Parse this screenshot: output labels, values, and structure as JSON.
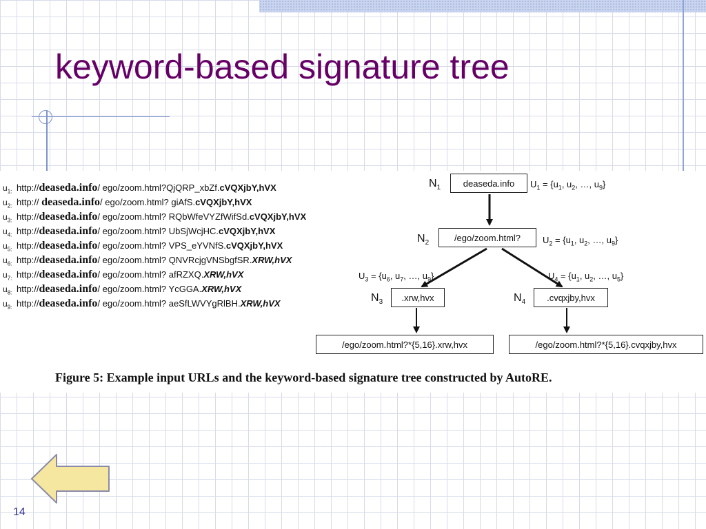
{
  "slide": {
    "title": "keyword-based signature tree",
    "page_number": "14",
    "caption": "Figure 5: Example input URLs and the keyword-based signature tree constructed by AutoRE."
  },
  "urls": [
    {
      "label": "u",
      "sub": "1:",
      "proto": "http://",
      "host": "deaseda.info",
      "path": "/ ego/zoom.html",
      "query": "?QjQRP_xbZf.",
      "keyword": "cVQXjbY,hVX",
      "italic": false
    },
    {
      "label": "u",
      "sub": "2:",
      "proto": "http:// ",
      "host": "deaseda.info",
      "path": "/ ego/zoom.html? ",
      "query": "giAfS.",
      "keyword": "cVQXjbY,hVX",
      "italic": false
    },
    {
      "label": "u",
      "sub": "3:",
      "proto": "http://",
      "host": "deaseda.info",
      "path": "/ ego/zoom.html? ",
      "query": "RQbWfeVYZfWifSd.",
      "keyword": "cVQXjbY,hVX",
      "italic": false
    },
    {
      "label": "u",
      "sub": "4:",
      "proto": "http://",
      "host": "deaseda.info",
      "path": "/ ego/zoom.html? ",
      "query": "UbSjWcjHC.",
      "keyword": "cVQXjbY,hVX",
      "italic": false
    },
    {
      "label": "u",
      "sub": "5:",
      "proto": "http://",
      "host": "deaseda.info",
      "path": "/ ego/zoom.html? ",
      "query": "VPS_eYVNfS.",
      "keyword": "cVQXjbY,hVX",
      "italic": false
    },
    {
      "label": "u",
      "sub": "6:",
      "proto": "http://",
      "host": "deaseda.info",
      "path": "/ ego/zoom.html? ",
      "query": "QNVRcjgVNSbgfSR.",
      "keyword": "XRW,hVX",
      "italic": true
    },
    {
      "label": "u",
      "sub": "7:",
      "proto": "http://",
      "host": "deaseda.info",
      "path": "/ ego/zoom.html? ",
      "query": "afRZXQ.",
      "keyword": "XRW,hVX",
      "italic": true
    },
    {
      "label": "u",
      "sub": "8:",
      "proto": "http://",
      "host": "deaseda.info",
      "path": "/ ego/zoom.html? ",
      "query": "YcGGA.",
      "keyword": "XRW,hVX",
      "italic": true
    },
    {
      "label": "u",
      "sub": "9:",
      "proto": "http://",
      "host": "deaseda.info",
      "path": "/ ego/zoom.html? ",
      "query": "aeSfLWVYgRlBH.",
      "keyword": "XRW,hVX",
      "italic": true
    }
  ],
  "tree": {
    "n1": {
      "name": "N",
      "sub": "1",
      "box": "deaseda.info",
      "set_pre": "U",
      "set_sub": "1",
      "set_post": " = {u",
      "set_body": [
        "1",
        ", u",
        "2",
        ", …, u",
        "9",
        "}"
      ]
    },
    "n2": {
      "name": "N",
      "sub": "2",
      "box": "/ego/zoom.html?",
      "set_pre": "U",
      "set_sub": "2",
      "set_post": " = {u",
      "set_body": [
        "1",
        ", u",
        "2",
        ", …, u",
        "9",
        "}"
      ]
    },
    "n3": {
      "name": "N",
      "sub": "3",
      "box": ".xrw,hvx",
      "set_pre": "U",
      "set_sub": "3",
      "set_post": " = {u",
      "set_body": [
        "6",
        ", u",
        "7",
        ", …, u",
        "9",
        "}"
      ]
    },
    "n4": {
      "name": "N",
      "sub": "4",
      "box": ".cvqxjby,hvx",
      "set_pre": "U",
      "set_sub": "4",
      "set_post": " = {u",
      "set_body": [
        "1",
        ", u",
        "2",
        ", …, u",
        "5",
        "}"
      ]
    },
    "leaf_left": "/ego/zoom.html?*{5,16}.xrw,hvx",
    "leaf_right": "/ego/zoom.html?*{5,16}.cvqxjby,hvx"
  },
  "colors": {
    "title": "#660066",
    "page_number": "#333399",
    "back_arrow_fill": "#f6e7a0",
    "back_arrow_stroke": "#8a8aa8"
  },
  "icons": {
    "back": "left-arrow-icon"
  }
}
